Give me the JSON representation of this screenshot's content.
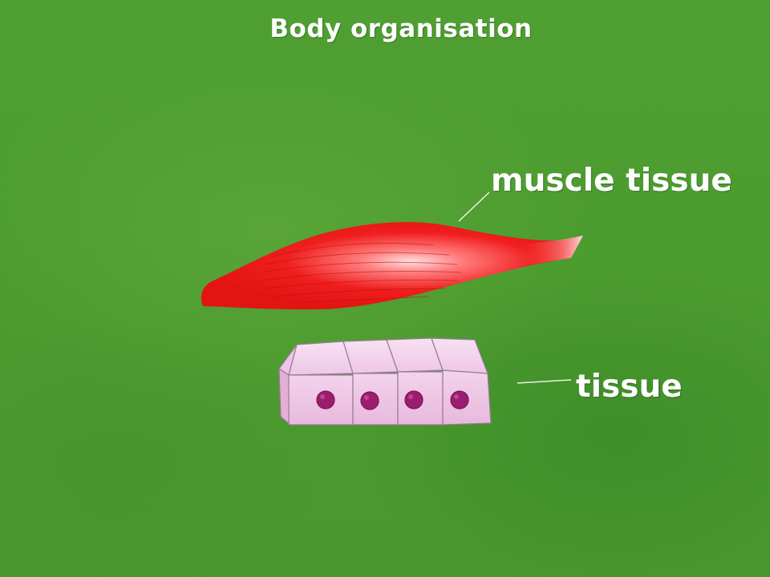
{
  "title": "Body organisation",
  "labels": {
    "muscle_tissue": "muscle tissue",
    "tissue": "tissue"
  },
  "colors": {
    "background": "#4c9b2f",
    "muscle": "#f02020",
    "cells": "#f0cde8",
    "nucleus": "#9c1d6e",
    "text": "#ffffff"
  }
}
